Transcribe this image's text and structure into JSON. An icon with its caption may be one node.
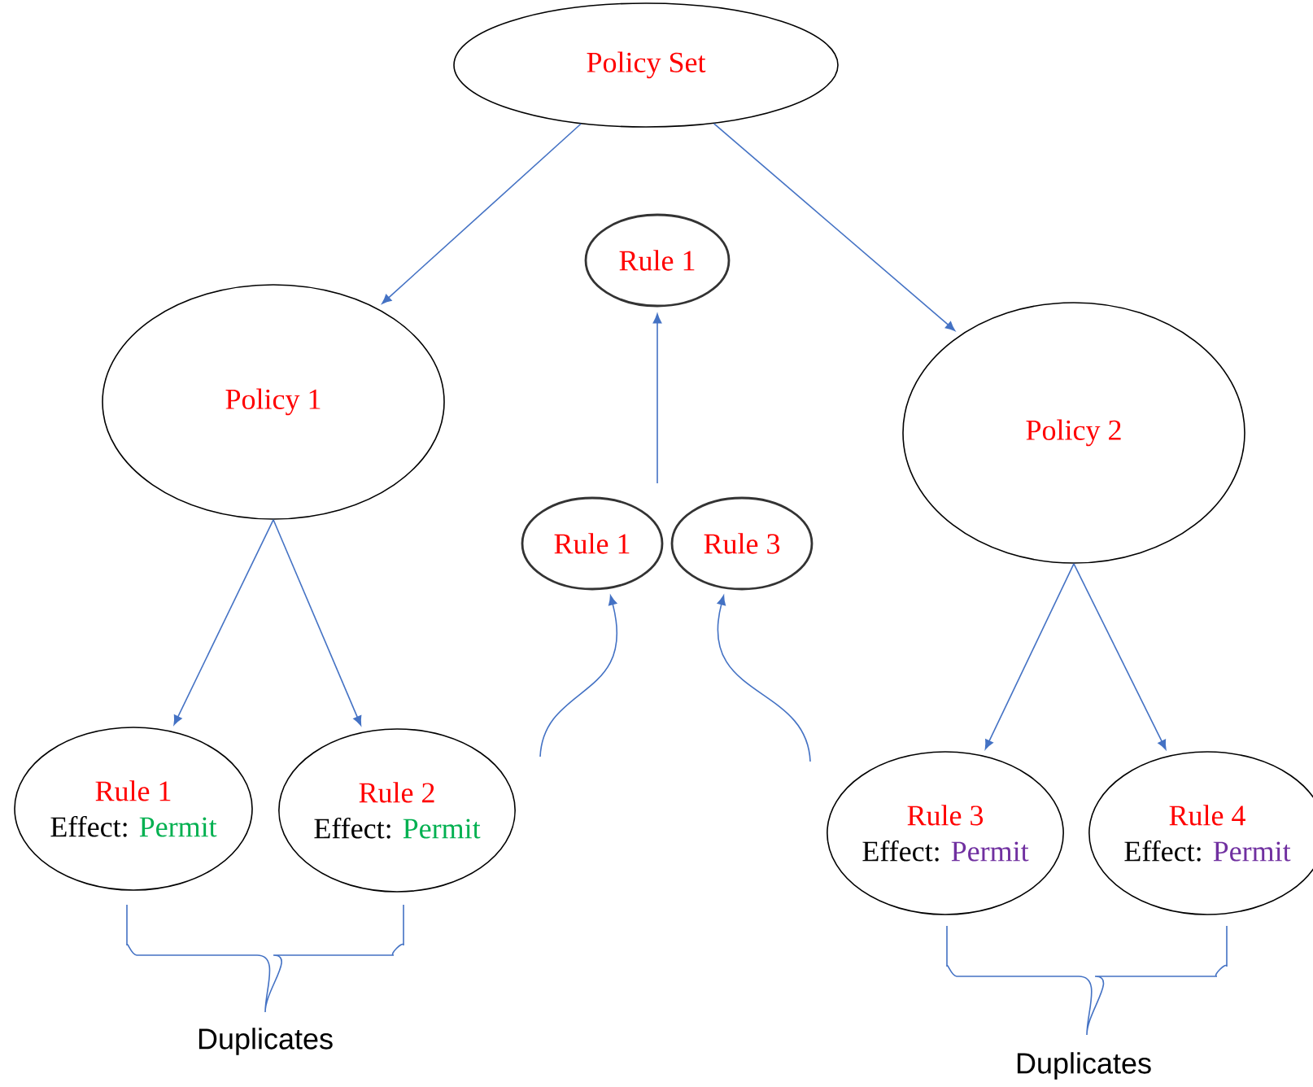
{
  "diagram": {
    "nodes": [
      {
        "text": [
          "Policy Set"
        ]
      },
      {
        "text": [
          "Policy 1"
        ]
      },
      {
        "text": [
          "Rule 1"
        ]
      },
      {
        "text": [
          "Policy 2"
        ]
      },
      {
        "text": [
          "Rule 1"
        ]
      },
      {
        "text": [
          "Rule 3"
        ]
      },
      {
        "text": [
          "Rule 1",
          "Effect:",
          "Permit"
        ]
      },
      {
        "text": [
          "Rule 2",
          "Effect:",
          "Permit"
        ]
      },
      {
        "text": [
          "Rule 3",
          "Effect:",
          "Permit"
        ]
      },
      {
        "text": [
          "Rule 4",
          "Effect:",
          "Permit"
        ]
      }
    ],
    "edges": [
      {
        "from": 0,
        "to": 1,
        "arrow": "to"
      },
      {
        "from": 0,
        "to": 3,
        "arrow": "to"
      },
      {
        "from": null,
        "to": 2,
        "arrow": "to"
      },
      {
        "from": null,
        "to": 4,
        "arrow": "to"
      },
      {
        "from": null,
        "to": 5,
        "arrow": "to"
      },
      {
        "from": 1,
        "to": 6,
        "arrow": "to"
      },
      {
        "from": 1,
        "to": 7,
        "arrow": "to"
      },
      {
        "from": 3,
        "to": 8,
        "arrow": "to"
      },
      {
        "from": 3,
        "to": 9,
        "arrow": "to"
      }
    ],
    "labels": [
      "Duplicates",
      "Duplicates"
    ]
  }
}
